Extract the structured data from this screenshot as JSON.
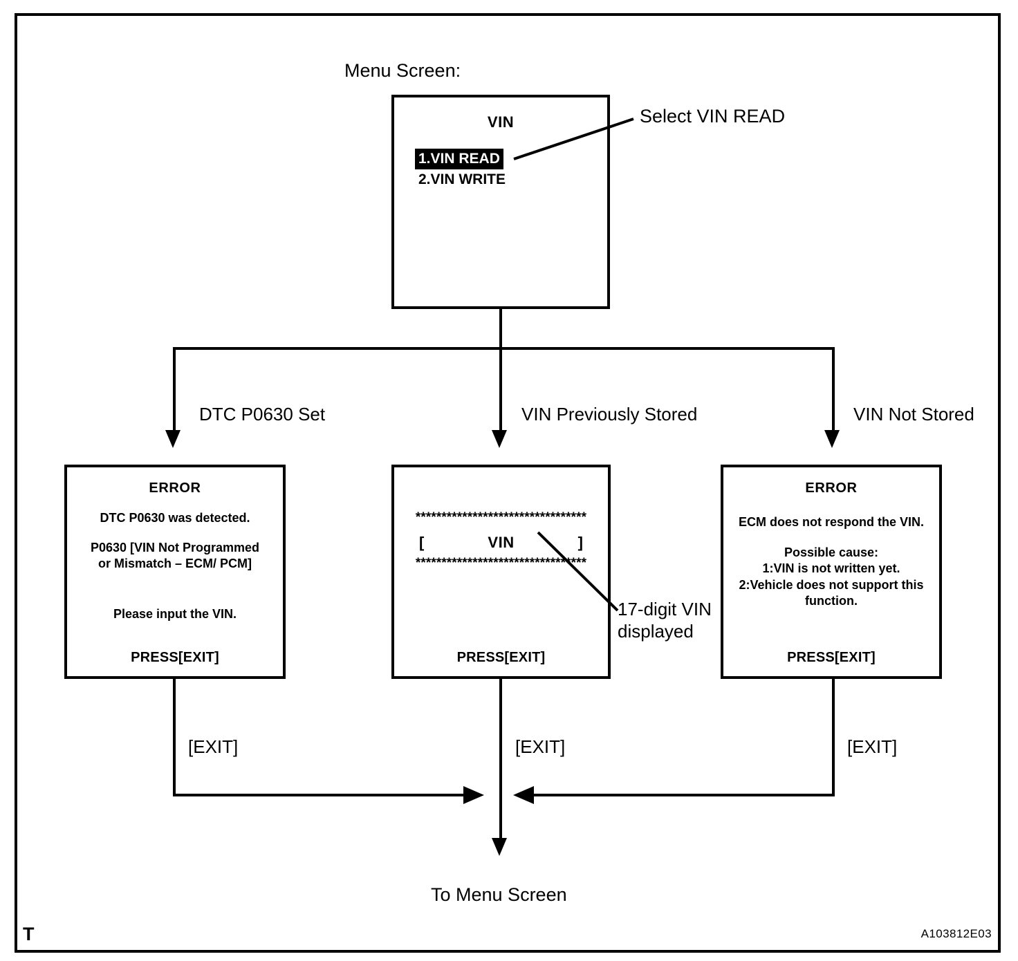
{
  "figure": {
    "sheet_letter": "T",
    "reference_code": "A103812E03"
  },
  "menu": {
    "caption": "Menu Screen:",
    "screen_title": "VIN",
    "items": [
      {
        "label": "1.VIN READ",
        "selected": true
      },
      {
        "label": "2.VIN WRITE",
        "selected": false
      }
    ],
    "callout": "Select VIN READ"
  },
  "branches": [
    {
      "label": "DTC P0630 Set"
    },
    {
      "label": "VIN Previously Stored"
    },
    {
      "label": "VIN Not Stored"
    }
  ],
  "screens": {
    "error_dtc": {
      "title": "ERROR",
      "line1": "DTC P0630 was detected.",
      "line2": "P0630  [VIN Not Programmed\nor Mismatch – ECM/ PCM]",
      "line3": "Please input the VIN.",
      "press": "PRESS[EXIT]"
    },
    "vin_display": {
      "stars_top": "*********************************",
      "bracket_open": "[",
      "vin_value": "VIN",
      "bracket_close": "]",
      "stars_bottom": "*********************************",
      "press": "PRESS[EXIT]",
      "callout": "17-digit VIN\ndisplayed"
    },
    "error_no_vin": {
      "title": "ERROR",
      "line1": "ECM does not respond the VIN.",
      "line2": "Possible cause:\n1:VIN is not written yet.\n2:Vehicle does not support this\nfunction.",
      "press": "PRESS[EXIT]"
    }
  },
  "exits": {
    "left": "[EXIT]",
    "middle": "[EXIT]",
    "right": "[EXIT]"
  },
  "footer": {
    "destination": "To Menu Screen"
  },
  "colors": {
    "ink": "#000000",
    "paper": "#ffffff",
    "highlight_bg": "#000000",
    "highlight_fg": "#ffffff"
  }
}
